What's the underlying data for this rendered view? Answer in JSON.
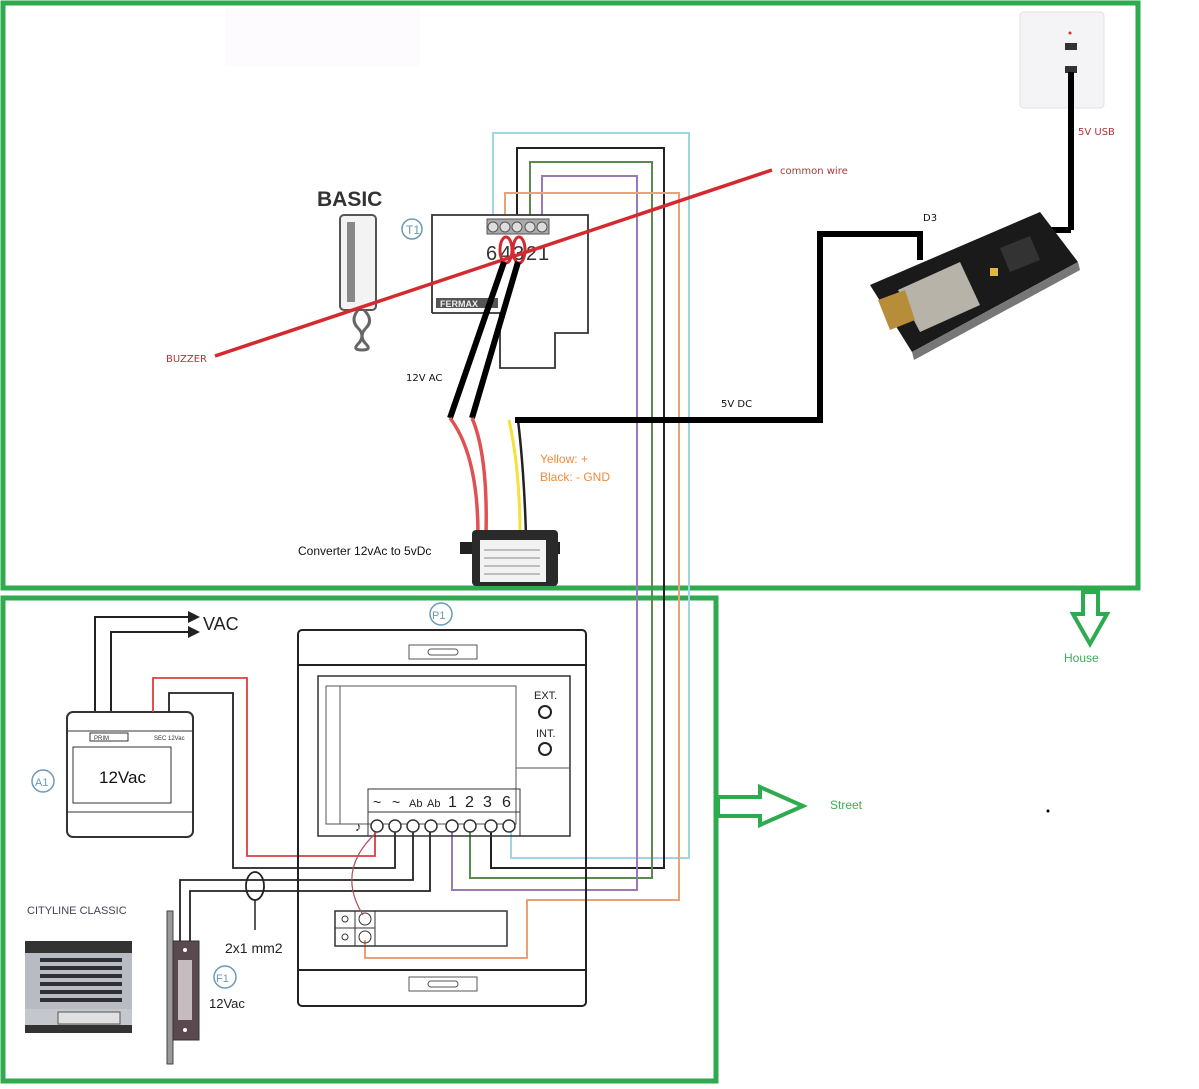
{
  "colors": {
    "frame_green": "#2eaa4f",
    "label_red": "#b0353a",
    "wire_red": "#d42a2f",
    "label_orange": "#ef8a3c",
    "label_green": "#3aae55",
    "wire_cyan": "#9fd6df",
    "wire_green": "#5a8a4e",
    "wire_purple": "#9a7ab4",
    "wire_orange": "#e7a279",
    "wire_yellow": "#f2e23a"
  },
  "sections": {
    "house": {
      "label": "House"
    },
    "street": {
      "label": "Street"
    }
  },
  "handset": {
    "title": "BASIC",
    "ref": "T1",
    "brand": "FERMAX",
    "terminals": [
      "6",
      "4",
      "3",
      "2",
      "1"
    ],
    "highlighted_terminals": [
      "4",
      "3"
    ]
  },
  "annotations": {
    "common_wire": "common wire",
    "buzzer": "BUZZER",
    "v12_ac": "12V AC",
    "v5_dc": "5V DC",
    "v5_usb": "5V USB",
    "d3": "D3",
    "yellow_plus": "Yellow: +",
    "black_gnd": "Black: - GND",
    "converter": "Converter 12vAc to 5vDc"
  },
  "power_supply": {
    "ref": "A1",
    "label": "12Vac",
    "prim": "PRIM",
    "sec": "SEC 12Vac",
    "vac": "VAC"
  },
  "panel": {
    "ref": "P1",
    "ext": "EXT.",
    "int": "INT.",
    "terminals": [
      "~",
      "~",
      "Ab",
      "Ab",
      "1",
      "2",
      "3",
      "6"
    ]
  },
  "door_station": {
    "title": "CITYLINE CLASSIC"
  },
  "lock": {
    "ref": "F1",
    "voltage": "12Vac",
    "cable": "2x1 mm2"
  }
}
